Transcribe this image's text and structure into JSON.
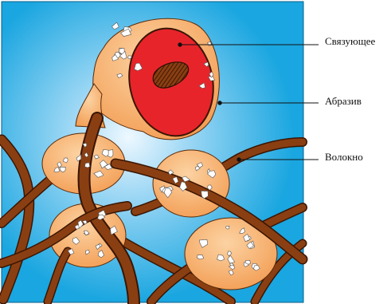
{
  "labels": {
    "binder": "Связующее",
    "abrasive": "Абразив",
    "fiber": "Волокно"
  },
  "colors": {
    "background": "#1aa6e0",
    "glow": "#e8f6ff",
    "fiber": "#8a3f12",
    "fiber_outline": "#3a1503",
    "binder_blob": "#f6b06d",
    "binder_cross_section": "#e8242b",
    "abrasive_grain": "#ffffff",
    "leader_line": "#111111"
  }
}
